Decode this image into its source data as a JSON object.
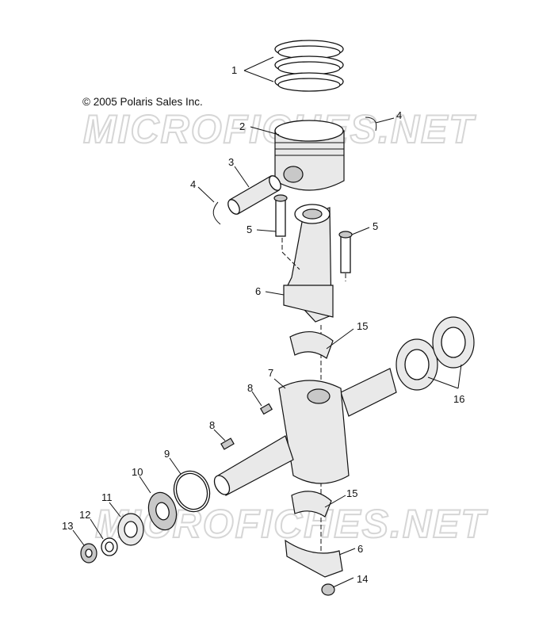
{
  "copyright": "© 2005 Polaris Sales Inc.",
  "watermark": "MICROFICHES.NET",
  "callouts": {
    "c1": "1",
    "c2": "2",
    "c3": "3",
    "c4a": "4",
    "c4b": "4",
    "c5a": "5",
    "c5b": "5",
    "c6a": "6",
    "c6b": "6",
    "c7": "7",
    "c8a": "8",
    "c8b": "8",
    "c9": "9",
    "c10": "10",
    "c11": "11",
    "c12": "12",
    "c13": "13",
    "c14": "14",
    "c15a": "15",
    "c15b": "15",
    "c16": "16"
  }
}
